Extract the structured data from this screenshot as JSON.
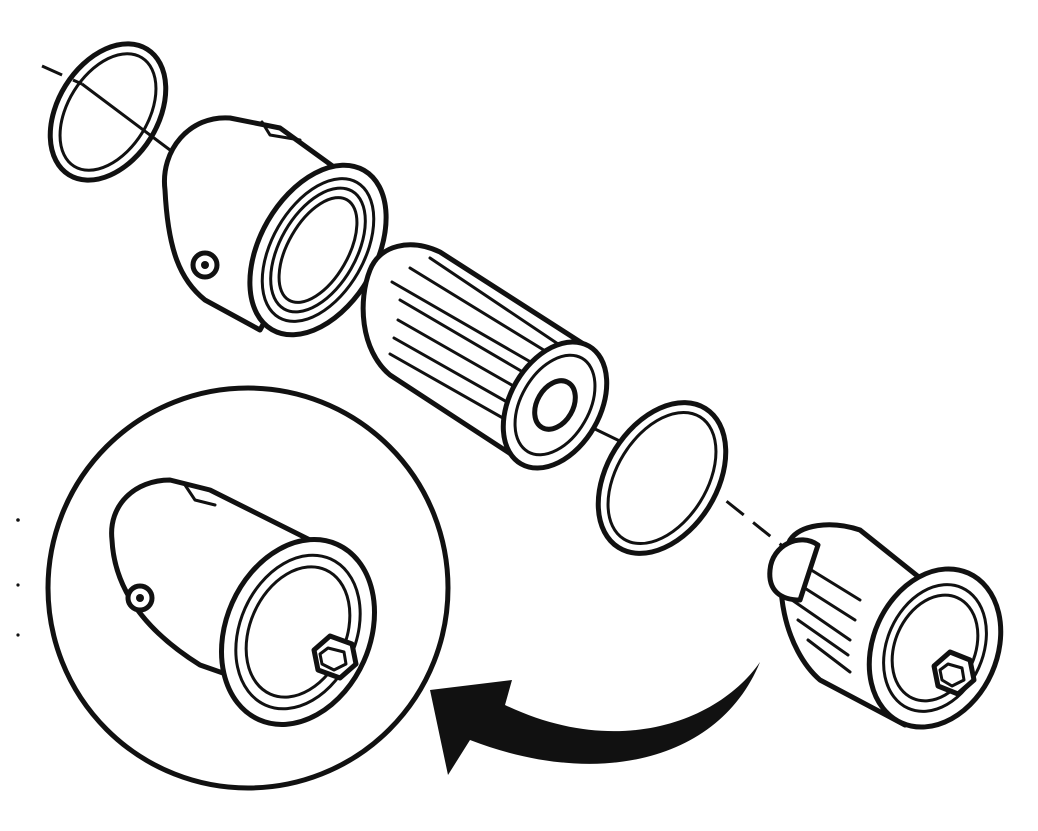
{
  "diagram": {
    "parts": [
      {
        "id": "upper-o-ring"
      },
      {
        "id": "filter-housing"
      },
      {
        "id": "filter-element"
      },
      {
        "id": "lower-o-ring"
      },
      {
        "id": "filter-cap"
      },
      {
        "id": "assembled-filter-inset"
      }
    ],
    "colors": {
      "ink": "#111111",
      "background": "#ffffff"
    },
    "icons": [
      "assembly-arrow-icon",
      "hex-bolt-icon"
    ]
  }
}
